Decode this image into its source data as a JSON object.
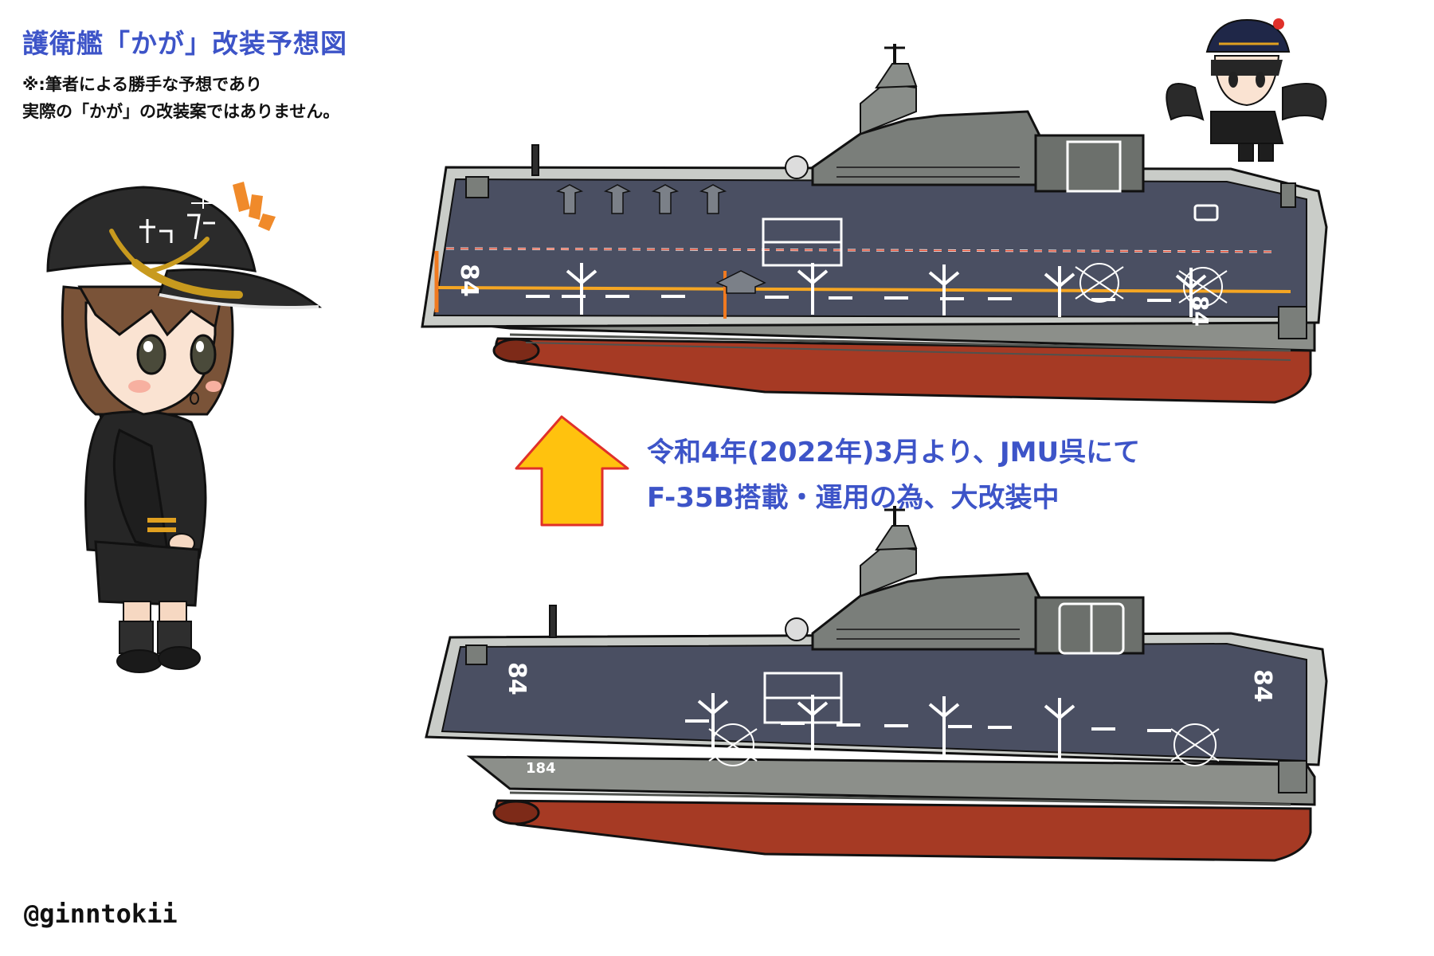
{
  "header": {
    "title": "護衛艦「かが」改装予想図",
    "note_line1": "※:筆者による勝手な予想であり",
    "note_line2": "実際の「かが」の改装案ではありません。"
  },
  "caption": {
    "line1": "令和4年(2022年)3月より、JMU呉にて",
    "line2": "F-35B搭載・運用の為、大改装中"
  },
  "credit": "@ginntokii",
  "ship_markings": {
    "deck_number": "84",
    "hull_number": "184"
  },
  "colors": {
    "title_blue": "#3d54c8",
    "deck": "#4a4f62",
    "hull_grey": "#8c8f8a",
    "hull_red": "#a63a24",
    "arrow_fill": "#ffc20e",
    "arrow_stroke": "#e0302a",
    "centerline": "#f5a623"
  }
}
